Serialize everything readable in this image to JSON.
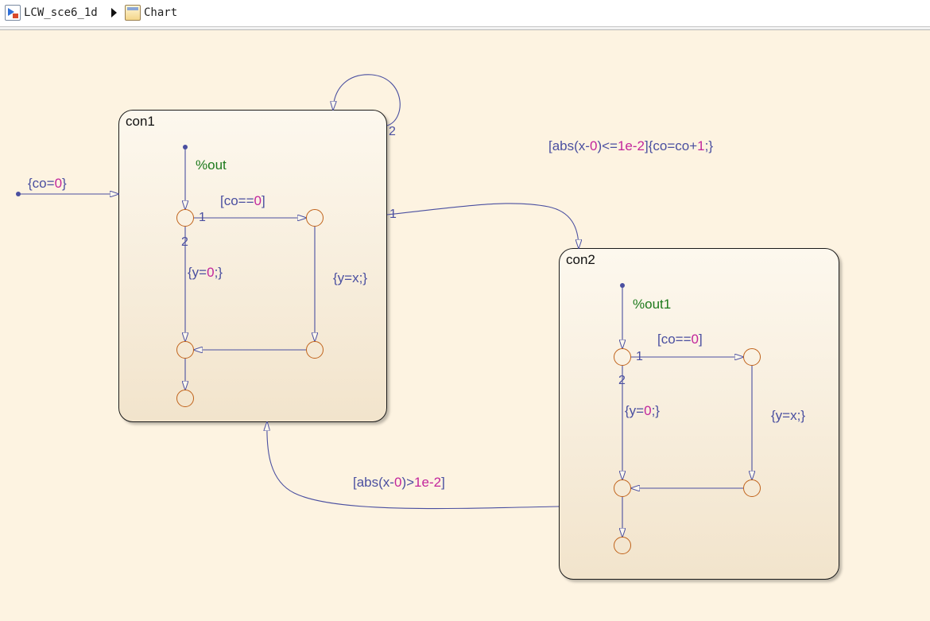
{
  "breadcrumb": {
    "model_name": "LCW_sce6_1d",
    "chart_name": "Chart"
  },
  "colors": {
    "canvas": "#fdf3e1",
    "transition": "#4a4fa0",
    "number": "#c2269c",
    "comment": "#1d7a1d",
    "junction": "#c0621a"
  },
  "states": {
    "con1": {
      "name": "con1",
      "comment": "%out",
      "cond": "[co==0]",
      "action_y0_prefix": "{y=",
      "action_y0_num": "0",
      "action_y0_suffix": ";}",
      "action_yx": "{y=x;}",
      "order_1": "1",
      "order_2": "2"
    },
    "con2": {
      "name": "con2",
      "comment": "%out1",
      "cond": "[co==0]",
      "action_y0_prefix": "{y=",
      "action_y0_num": "0",
      "action_y0_suffix": ";}",
      "action_yx": "{y=x;}",
      "order_1": "1",
      "order_2": "2"
    }
  },
  "top_level": {
    "default_action_prefix": "{co=",
    "default_action_num": "0",
    "default_action_suffix": "}",
    "self_loop_order": "2",
    "to_con2_order": "1",
    "to_con2_label": {
      "p1": "[abs(x-",
      "n1": "0",
      "p2": ")<=",
      "n2": "1e-2",
      "p3": "]{co=co+",
      "n3": "1",
      "p4": ";}"
    },
    "to_con1_label": {
      "p1": "[abs(x-",
      "n1": "0",
      "p2": ")>",
      "n2": "1e-2",
      "p3": "]"
    }
  }
}
